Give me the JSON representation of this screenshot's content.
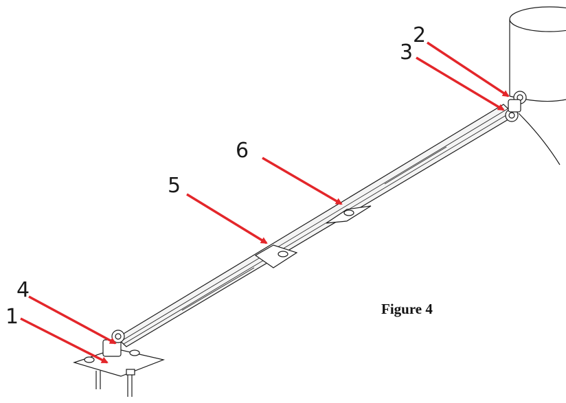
{
  "figure": {
    "caption": "Figure 4"
  },
  "callouts": [
    {
      "id": "1",
      "label": "1"
    },
    {
      "id": "2",
      "label": "2"
    },
    {
      "id": "3",
      "label": "3"
    },
    {
      "id": "4",
      "label": "4"
    },
    {
      "id": "5",
      "label": "5"
    },
    {
      "id": "6",
      "label": "6"
    }
  ],
  "colors": {
    "arrow": "#e3262a",
    "line": "#1a1a1a",
    "background": "#ffffff"
  }
}
